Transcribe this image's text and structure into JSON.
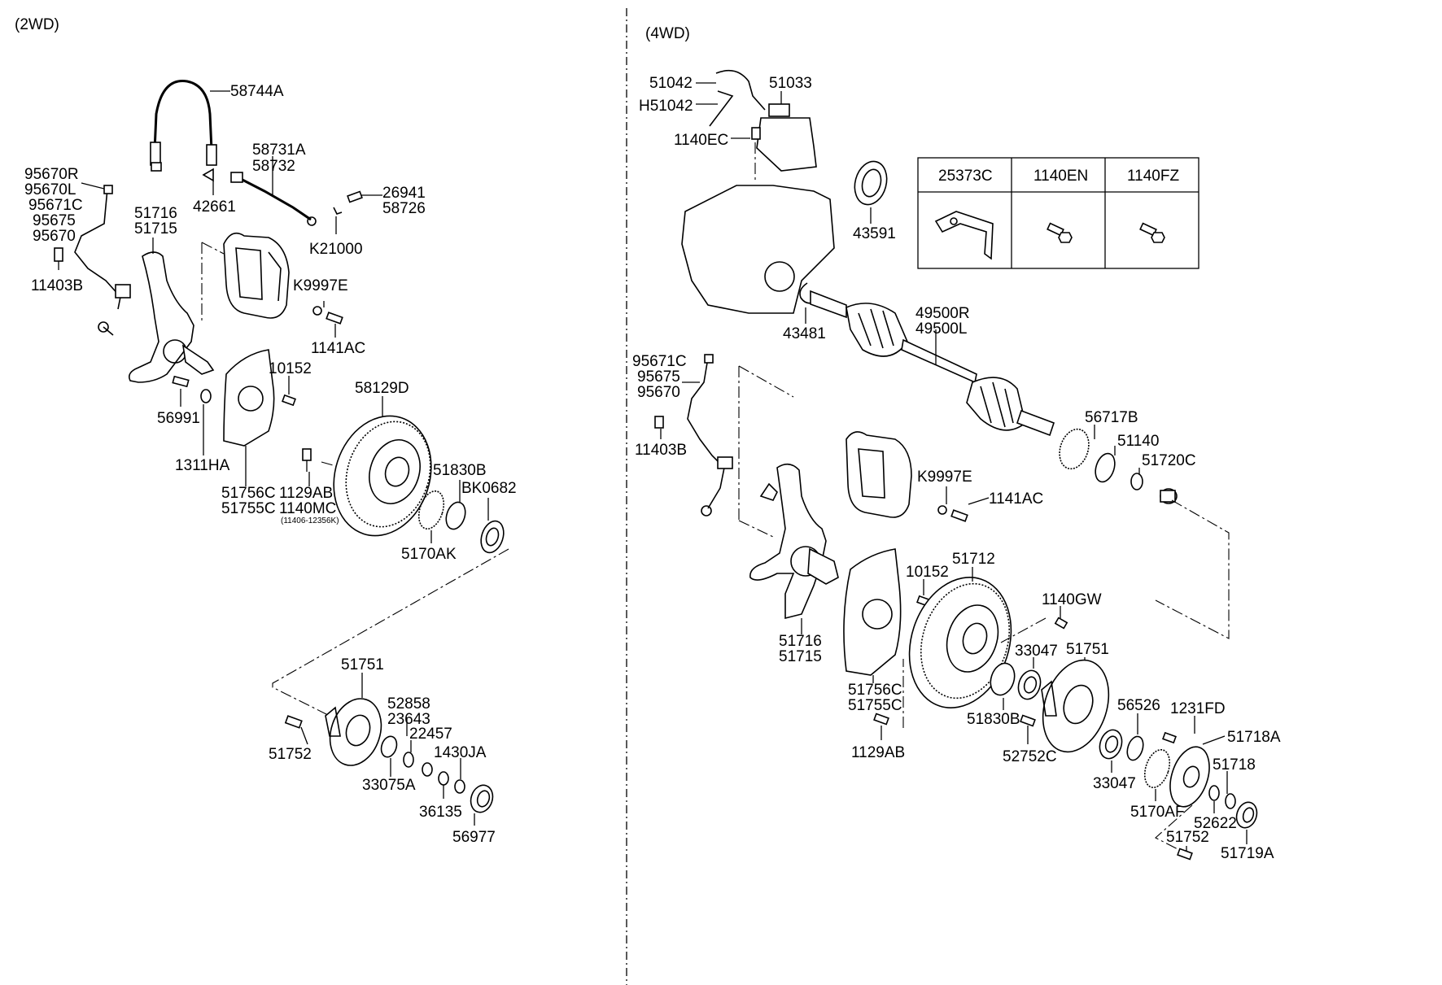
{
  "sections": {
    "left": "(2WD)",
    "right": "(4WD)"
  },
  "labels_2wd": {
    "58744A": "58744A",
    "58731A": "58731A",
    "58732": "58732",
    "42661": "42661",
    "26941": "26941",
    "58726": "58726",
    "K21000": "K21000",
    "95670R": "95670R",
    "95670L": "95670L",
    "95671C": "95671C",
    "95675": "95675",
    "95670": "95670",
    "51716": "51716",
    "51715": "51715",
    "11403B": "11403B",
    "K9997E": "K9997E",
    "1141AC": "1141AC",
    "10152": "10152",
    "58129D": "58129D",
    "56991": "56991",
    "1311HA": "1311HA",
    "51830B": "51830B",
    "51756C": "51756C",
    "1129AB": "1129AB",
    "BK0682": "BK0682",
    "51755C": "51755C",
    "1140MC": "1140MC",
    "1140MC_note": "(11406-12356K)",
    "5170AK": "5170AK",
    "51751": "51751",
    "52858": "52858",
    "23643": "23643",
    "22457": "22457",
    "51752": "51752",
    "1430JA": "1430JA",
    "33075A": "33075A",
    "36135": "36135",
    "56977": "56977"
  },
  "labels_4wd": {
    "51042": "51042",
    "51033": "51033",
    "H51042": "H51042",
    "1140EC": "1140EC",
    "43591": "43591",
    "43481": "43481",
    "49500R": "49500R",
    "49500L": "49500L",
    "95671C": "95671C",
    "95675": "95675",
    "95670": "95670",
    "11403B": "11403B",
    "56717B": "56717B",
    "51140": "51140",
    "51720C": "51720C",
    "K9997E": "K9997E",
    "1141AC": "1141AC",
    "51712": "51712",
    "10152": "10152",
    "1140GW": "1140GW",
    "51716": "51716",
    "51715": "51715",
    "33047a": "33047",
    "51751": "51751",
    "51756C": "51756C",
    "51755C": "51755C",
    "51830B": "51830B",
    "56526": "56526",
    "1231FD": "1231FD",
    "51718A": "51718A",
    "1129AB": "1129AB",
    "52752C": "52752C",
    "33047b": "33047",
    "51718": "51718",
    "5170AF": "5170AF",
    "52622": "52622",
    "51752": "51752",
    "51719A": "51719A"
  },
  "legend_table": {
    "col1": "25373C",
    "col2": "1140EN",
    "col3": "1140FZ"
  }
}
